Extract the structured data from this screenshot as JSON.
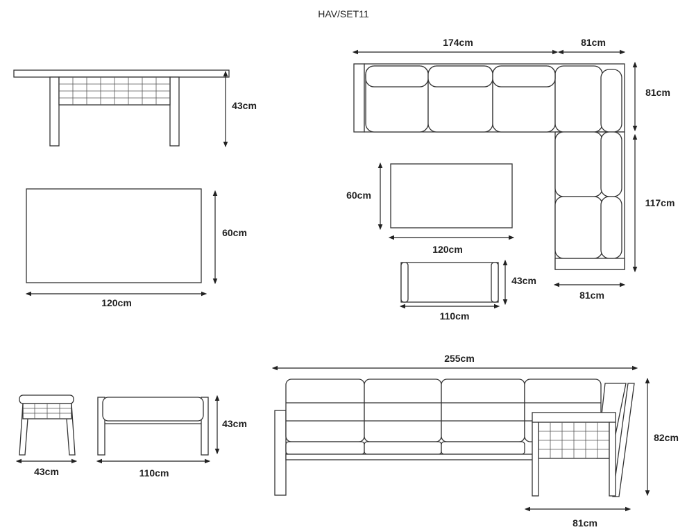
{
  "title": "HAV/SET11",
  "dining_table": {
    "height": "43cm",
    "depth": "60cm",
    "width": "120cm"
  },
  "corner_sofa_top": {
    "length_main": "174cm",
    "length_corner": "81cm",
    "depth_main": "81cm",
    "length_side": "117cm",
    "depth_side": "81cm"
  },
  "coffee_table_top": {
    "depth": "60cm",
    "width": "120cm"
  },
  "bench_top": {
    "depth": "43cm",
    "width": "110cm"
  },
  "stool_side": {
    "width": "43cm"
  },
  "bench_side": {
    "width": "110cm",
    "height": "43cm"
  },
  "sofa_front": {
    "width": "255cm",
    "height": "82cm",
    "depth": "81cm"
  }
}
